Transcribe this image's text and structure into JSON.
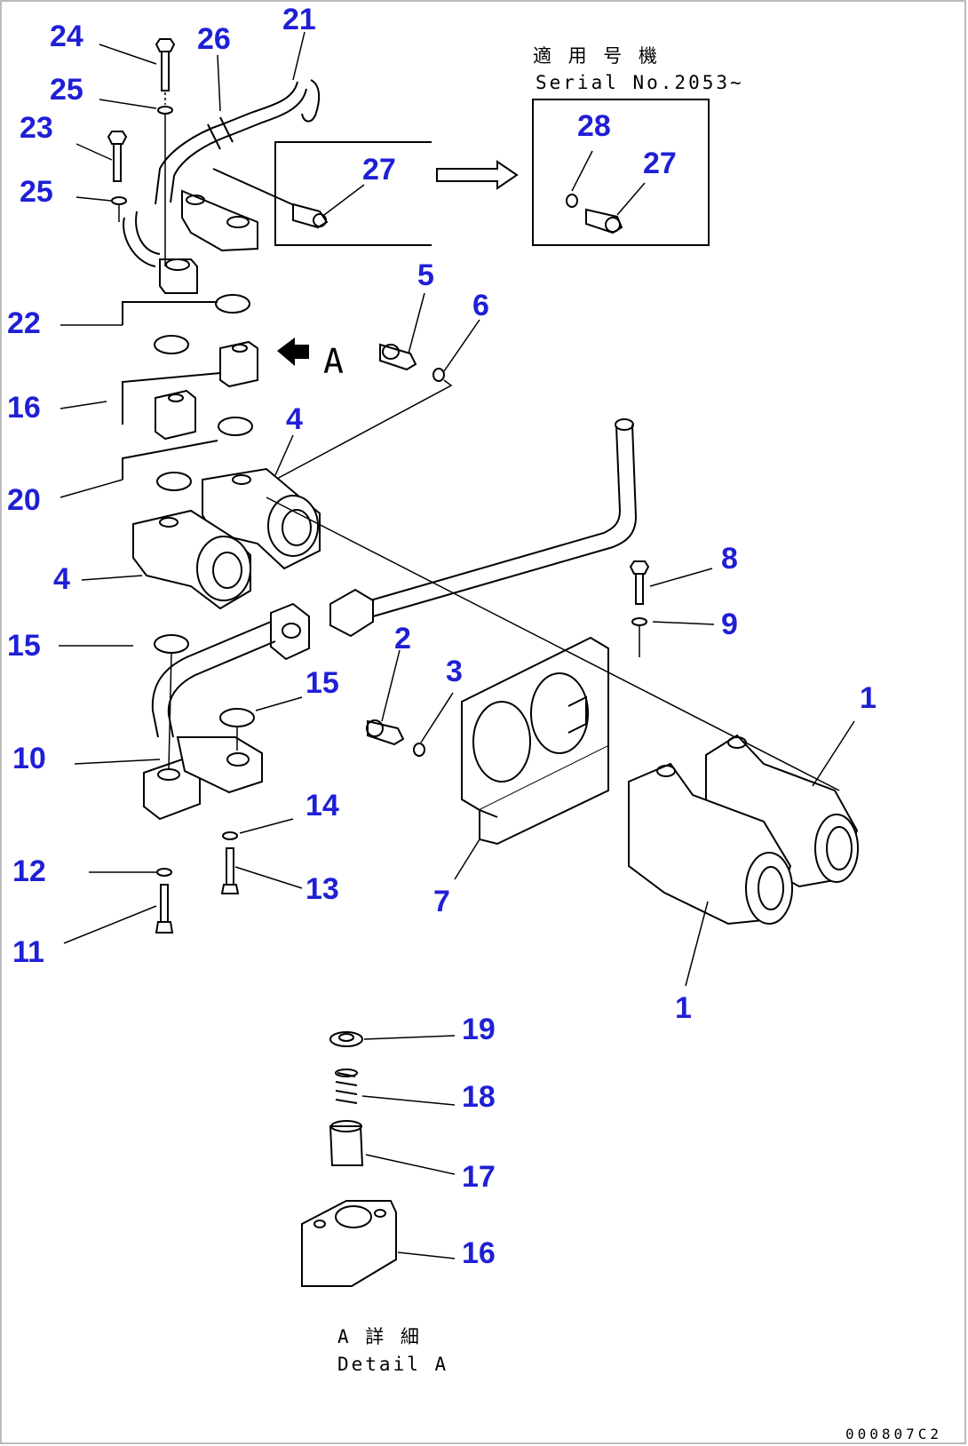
{
  "callouts": [
    {
      "id": "c24",
      "label": "24"
    },
    {
      "id": "c26",
      "label": "26"
    },
    {
      "id": "c21",
      "label": "21"
    },
    {
      "id": "c25a",
      "label": "25"
    },
    {
      "id": "c23",
      "label": "23"
    },
    {
      "id": "c25b",
      "label": "25"
    },
    {
      "id": "c27a",
      "label": "27"
    },
    {
      "id": "c28",
      "label": "28"
    },
    {
      "id": "c27b",
      "label": "27"
    },
    {
      "id": "c22",
      "label": "22"
    },
    {
      "id": "c5",
      "label": "5"
    },
    {
      "id": "c6",
      "label": "6"
    },
    {
      "id": "c16a",
      "label": "16"
    },
    {
      "id": "c4a",
      "label": "4"
    },
    {
      "id": "c20",
      "label": "20"
    },
    {
      "id": "c4b",
      "label": "4"
    },
    {
      "id": "c8",
      "label": "8"
    },
    {
      "id": "c9",
      "label": "9"
    },
    {
      "id": "c15a",
      "label": "15"
    },
    {
      "id": "c2",
      "label": "2"
    },
    {
      "id": "c3",
      "label": "3"
    },
    {
      "id": "c15b",
      "label": "15"
    },
    {
      "id": "c1a",
      "label": "1"
    },
    {
      "id": "c10",
      "label": "10"
    },
    {
      "id": "c14",
      "label": "14"
    },
    {
      "id": "c12",
      "label": "12"
    },
    {
      "id": "c13",
      "label": "13"
    },
    {
      "id": "c7",
      "label": "7"
    },
    {
      "id": "c11",
      "label": "11"
    },
    {
      "id": "c1b",
      "label": "1"
    },
    {
      "id": "c19",
      "label": "19"
    },
    {
      "id": "c18",
      "label": "18"
    },
    {
      "id": "c17",
      "label": "17"
    },
    {
      "id": "c16b",
      "label": "16"
    }
  ],
  "serial_note": {
    "jp": "適 用 号 機",
    "en": "Serial No.2053~"
  },
  "view_marker": "A",
  "detail_caption": {
    "jp": "A 詳 細",
    "en": "Detail A"
  },
  "drawing_code": "000807C2"
}
